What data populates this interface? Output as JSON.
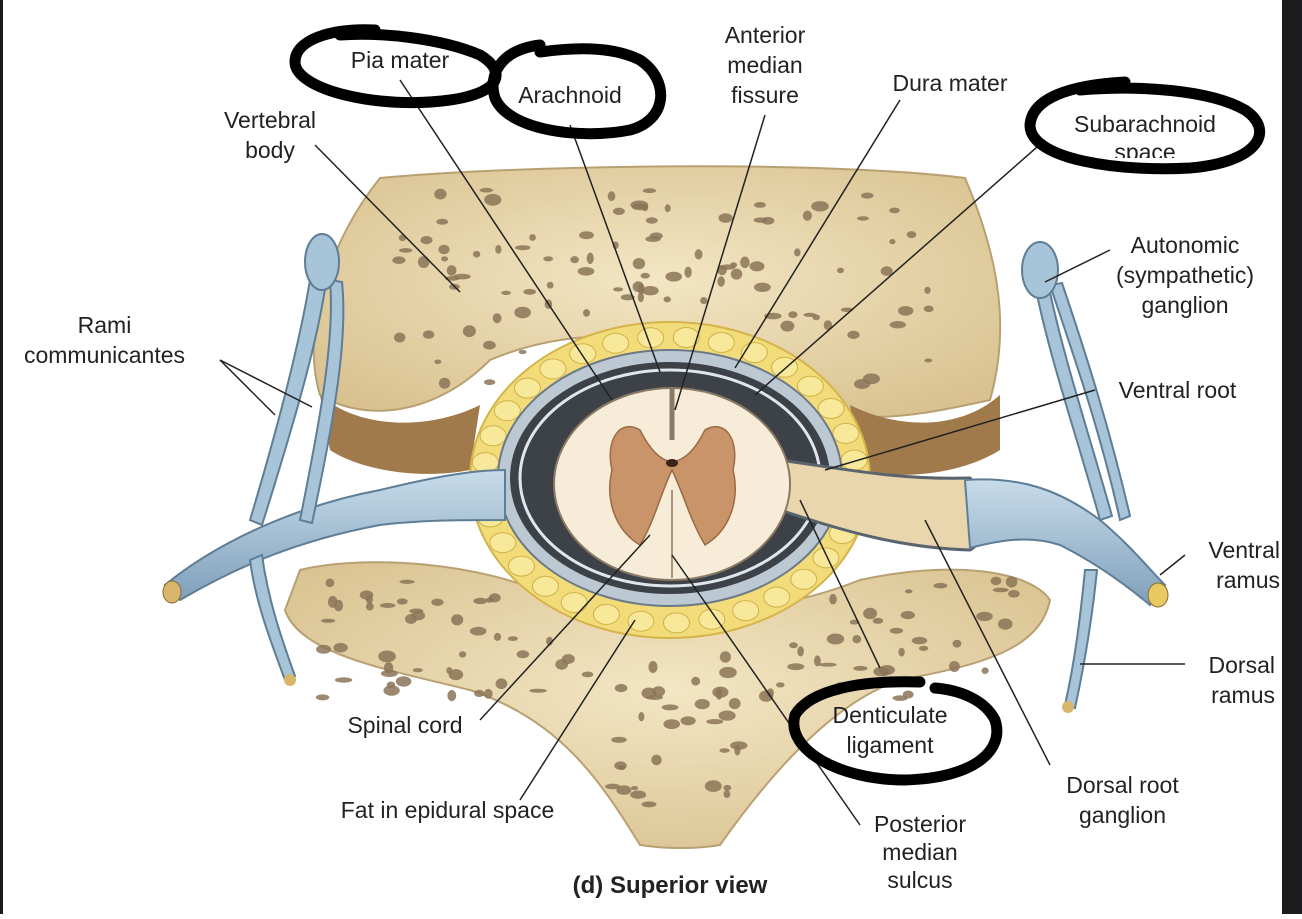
{
  "diagram": {
    "caption": "(d) Superior view",
    "labels": {
      "pia_mater": "Pia mater",
      "arachnoid": "Arachnoid",
      "anterior_median_fissure": [
        "Anterior",
        "median",
        "fissure"
      ],
      "dura_mater": "Dura mater",
      "subarachnoid_space": [
        "Subarachnoid",
        "space"
      ],
      "vertebral_body": [
        "Vertebral",
        "body"
      ],
      "autonomic_ganglion": [
        "Autonomic",
        "(sympathetic)",
        "ganglion"
      ],
      "rami_communicantes": [
        "Rami",
        "communicantes"
      ],
      "ventral_root": "Ventral root",
      "ventral_ramus": [
        "Ventral",
        "ramus"
      ],
      "dorsal_ramus": [
        "Dorsal",
        "ramus"
      ],
      "spinal_cord": "Spinal cord",
      "denticulate_ligament": [
        "Denticulate",
        "ligament"
      ],
      "dorsal_root_ganglion": [
        "Dorsal root",
        "ganglion"
      ],
      "fat_epidural": "Fat in epidural space",
      "posterior_median_sulcus": [
        "Posterior",
        "median",
        "sulcus"
      ]
    },
    "annotations": {
      "circled_labels": [
        "Pia mater",
        "Arachnoid",
        "Subarachnoid space",
        "Denticulate ligament"
      ],
      "marker_color": "#000000"
    },
    "colors": {
      "bone": "#ecdcb4",
      "bone_pore": "#8c7458",
      "nerve": "#a7c4d9",
      "fat": "#f2dc7a",
      "dura": "#bcc8d2",
      "subarachnoid": "#3c4248",
      "cord": "#f6ecd8",
      "gray_matter": "#c9946a"
    }
  }
}
